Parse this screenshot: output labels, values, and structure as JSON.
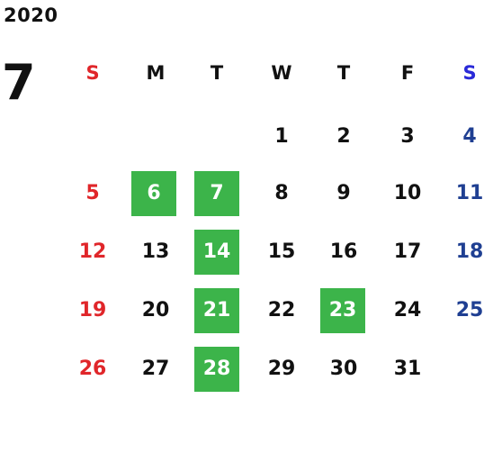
{
  "calendar": {
    "year": "2020",
    "month": "7",
    "weekdays": [
      "S",
      "M",
      "T",
      "W",
      "T",
      "F",
      "S"
    ],
    "weeks": [
      [
        "",
        "",
        "",
        "1",
        "2",
        "3",
        "4"
      ],
      [
        "5",
        "6",
        "7",
        "8",
        "9",
        "10",
        "11"
      ],
      [
        "12",
        "13",
        "14",
        "15",
        "16",
        "17",
        "18"
      ],
      [
        "19",
        "20",
        "21",
        "22",
        "23",
        "24",
        "25"
      ],
      [
        "26",
        "27",
        "28",
        "29",
        "30",
        "31",
        ""
      ]
    ],
    "highlighted_days": [
      "6",
      "7",
      "14",
      "21",
      "23",
      "28"
    ],
    "colors": {
      "sunday": "#e0262a",
      "saturday": "#1f3f92",
      "saturday_header": "#2a2ad8",
      "highlight": "#3cb44a",
      "text": "#111111"
    }
  }
}
